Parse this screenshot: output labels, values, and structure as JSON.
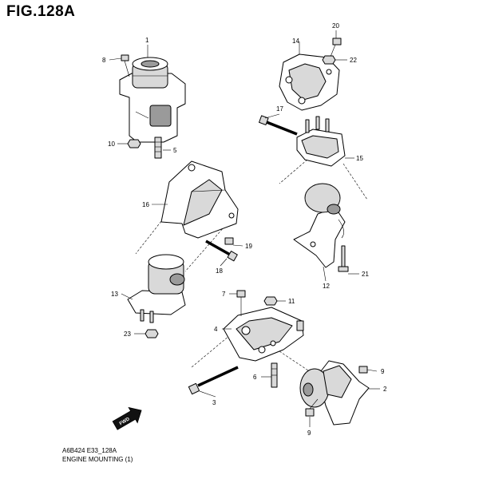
{
  "figure": {
    "title": "FIG.128A",
    "code": "A6B424 E33_128A",
    "caption": "ENGINE MOUNTING (1)",
    "fwd_label": "FWD"
  },
  "callouts": [
    {
      "id": "c1",
      "label": "1"
    },
    {
      "id": "c8",
      "label": "8"
    },
    {
      "id": "c10",
      "label": "10"
    },
    {
      "id": "c5",
      "label": "5"
    },
    {
      "id": "c20",
      "label": "20"
    },
    {
      "id": "c14",
      "label": "14"
    },
    {
      "id": "c22",
      "label": "22"
    },
    {
      "id": "c17",
      "label": "17"
    },
    {
      "id": "c15",
      "label": "15"
    },
    {
      "id": "c16",
      "label": "16"
    },
    {
      "id": "c19",
      "label": "19"
    },
    {
      "id": "c18",
      "label": "18"
    },
    {
      "id": "c13",
      "label": "13"
    },
    {
      "id": "c23",
      "label": "23"
    },
    {
      "id": "c12",
      "label": "12"
    },
    {
      "id": "c21",
      "label": "21"
    },
    {
      "id": "c7",
      "label": "7"
    },
    {
      "id": "c11",
      "label": "11"
    },
    {
      "id": "c4",
      "label": "4"
    },
    {
      "id": "c6",
      "label": "6"
    },
    {
      "id": "c3",
      "label": "3"
    },
    {
      "id": "c9a",
      "label": "9"
    },
    {
      "id": "c2",
      "label": "2"
    },
    {
      "id": "c9b",
      "label": "9"
    }
  ]
}
